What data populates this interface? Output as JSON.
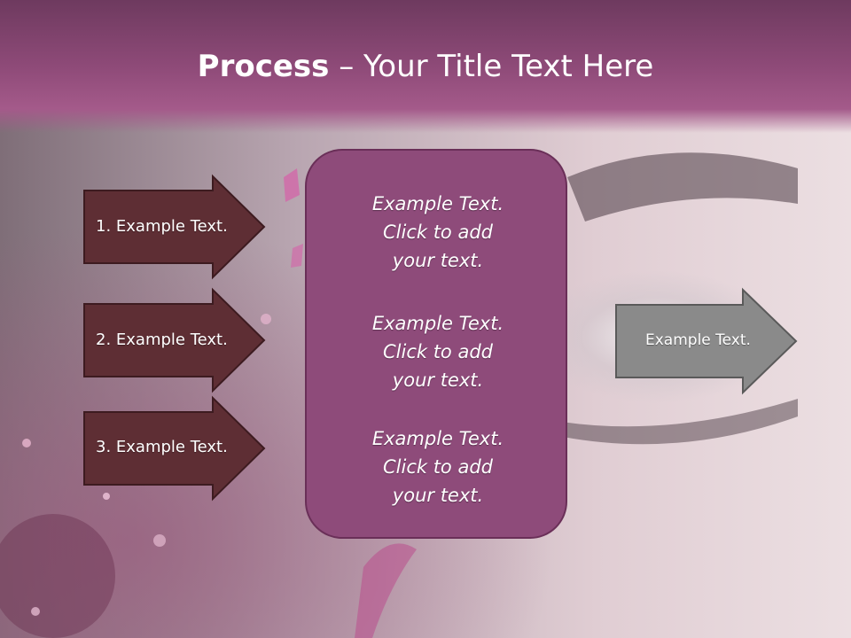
{
  "title": {
    "bold": "Process",
    "separator": " – ",
    "rest": "Your Title Text Here"
  },
  "left_steps": [
    {
      "label": "1. Example Text."
    },
    {
      "label": "2. Example Text."
    },
    {
      "label": "3. Example Text."
    }
  ],
  "center_items": [
    {
      "line1": "Example Text.",
      "line2": "Click  to add",
      "line3": "your text."
    },
    {
      "line1": "Example Text.",
      "line2": "Click  to add",
      "line3": "your text."
    },
    {
      "line1": "Example Text.",
      "line2": "Click  to add",
      "line3": "your text."
    }
  ],
  "right_step": {
    "label": "Example Text."
  },
  "colors": {
    "header": "#8e4a78",
    "left_arrow_fill": "#5e2e34",
    "center_box_fill": "#8e4b7a",
    "right_arrow_fill": "#8a8a8a"
  }
}
